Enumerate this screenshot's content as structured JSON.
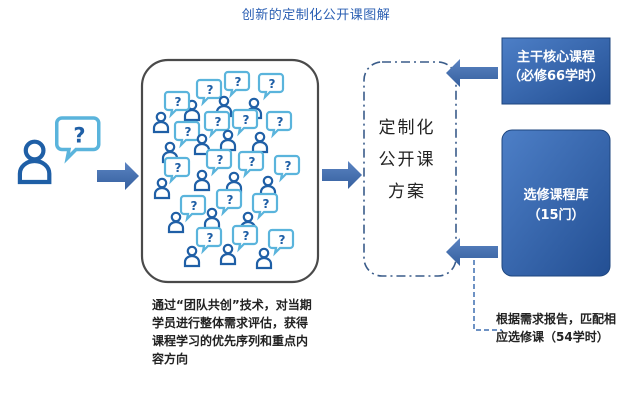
{
  "title": "创新的定制化公开课图解",
  "center_box": {
    "lines": [
      "定制化",
      "公开课",
      "方案"
    ]
  },
  "core_course": {
    "line1": "主干核心课程",
    "line2": "（必修66学时）"
  },
  "elective_library": {
    "line1": "选修课程库",
    "line2": "（15门）"
  },
  "left_description": "通过“团队共创”技术，对当期学员进行整体需求评估，获得课程学习的优先序列和重点内容方向",
  "right_description": "根据需求报告，匹配相应选修课（54学时）",
  "colors": {
    "accent_blue": "#3f6fb0",
    "box_blue": "#2c5ea9",
    "bubble_blue": "#5ab4dc",
    "person_blue": "#1f5fa6"
  }
}
